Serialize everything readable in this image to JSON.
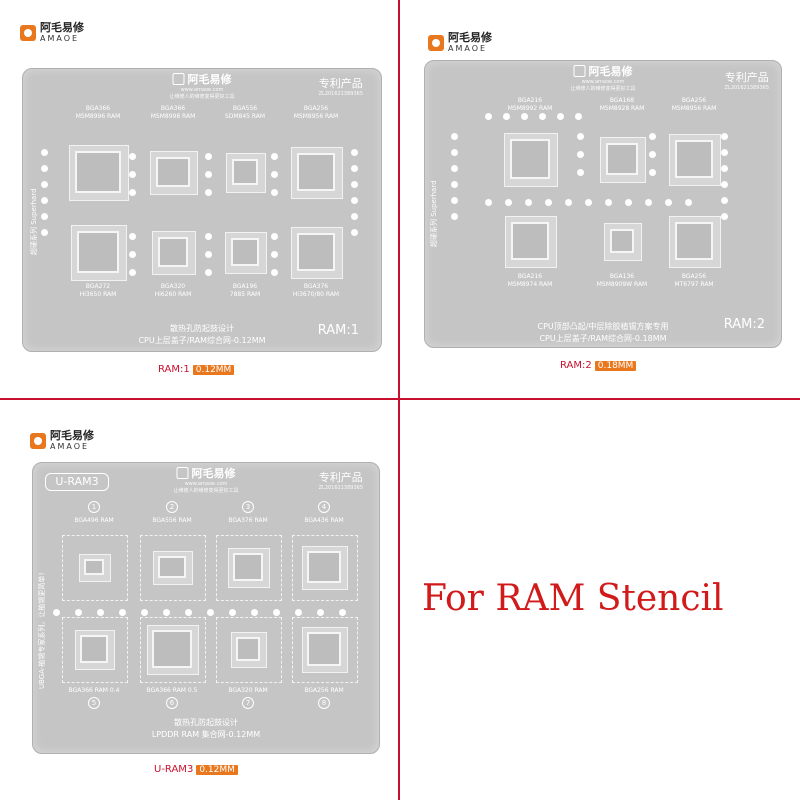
{
  "brand": {
    "cn": "阿毛易修",
    "en": "AMAOE",
    "website": "www.amaoe.com",
    "slogan": "让维修人的维修变得更好工具"
  },
  "patent": {
    "cn": "专利产品",
    "number": "ZL201621389365"
  },
  "side_text": "超硬系列 Superhard",
  "panels": {
    "ram1": {
      "chips": [
        {
          "label1": "BGA366",
          "label2": "MSM8996 RAM"
        },
        {
          "label1": "BGA366",
          "label2": "MSM8998 RAM"
        },
        {
          "label1": "BGA556",
          "label2": "SDM845 RAM"
        },
        {
          "label1": "BGA256",
          "label2": "MSM8956 RAM"
        },
        {
          "label1": "BGA272",
          "label2": "Hi3650 RAM"
        },
        {
          "label1": "BGA320",
          "label2": "Hi6260 RAM"
        },
        {
          "label1": "BGA196",
          "label2": "7885 RAM"
        },
        {
          "label1": "BGA376",
          "label2": "Hi3670/80 RAM"
        }
      ],
      "footer1": "散热孔防起鼓设计",
      "footer2": "CPU上层盖子/RAM综合网-0.12MM",
      "tag": "RAM:1",
      "caption_name": "RAM:1",
      "caption_thickness": "0.12MM"
    },
    "ram2": {
      "chips": [
        {
          "label1": "BGA216",
          "label2": "MSM8992 RAM"
        },
        {
          "label1": "BGA168",
          "label2": "MSM8928 RAM"
        },
        {
          "label1": "BGA256",
          "label2": "MSM8956 RAM"
        },
        {
          "label1": "BGA216",
          "label2": "MSM8974 RAM"
        },
        {
          "label1": "BGA136",
          "label2": "MSM8909W RAM"
        },
        {
          "label1": "BGA256",
          "label2": "MT6797 RAM"
        }
      ],
      "footer1": "CPU顶部凸起/中层除胶植锡方案专用",
      "footer2": "CPU上层盖子/RAM综合网-0.18MM",
      "tag": "RAM:2",
      "caption_name": "RAM:2",
      "caption_thickness": "0.18MM"
    },
    "uram3": {
      "title": "U-RAM3",
      "side": "UBGA-植锡专家系列，让植锡更简单！",
      "chips": [
        {
          "num": "①",
          "label": "BGA496 RAM"
        },
        {
          "num": "②",
          "label": "BGA556 RAM"
        },
        {
          "num": "③",
          "label": "BGA376 RAM"
        },
        {
          "num": "④",
          "label": "BGA436 RAM"
        },
        {
          "num": "⑤",
          "label": "BGA366 RAM 0.4"
        },
        {
          "num": "⑥",
          "label": "BGA366 RAM 0.5"
        },
        {
          "num": "⑦",
          "label": "BGA320 RAM"
        },
        {
          "num": "⑧",
          "label": "BGA256 RAM"
        }
      ],
      "footer1": "散热孔防起鼓设计",
      "footer2": "LPDDR RAM 集合网-0.12MM",
      "caption_name": "U-RAM3",
      "caption_thickness": "0.12MM"
    }
  },
  "main_caption": "For RAM Stencil",
  "colors": {
    "accent": "#e8771e",
    "divider": "#c8102e",
    "stencil": "#c5c5c5"
  }
}
